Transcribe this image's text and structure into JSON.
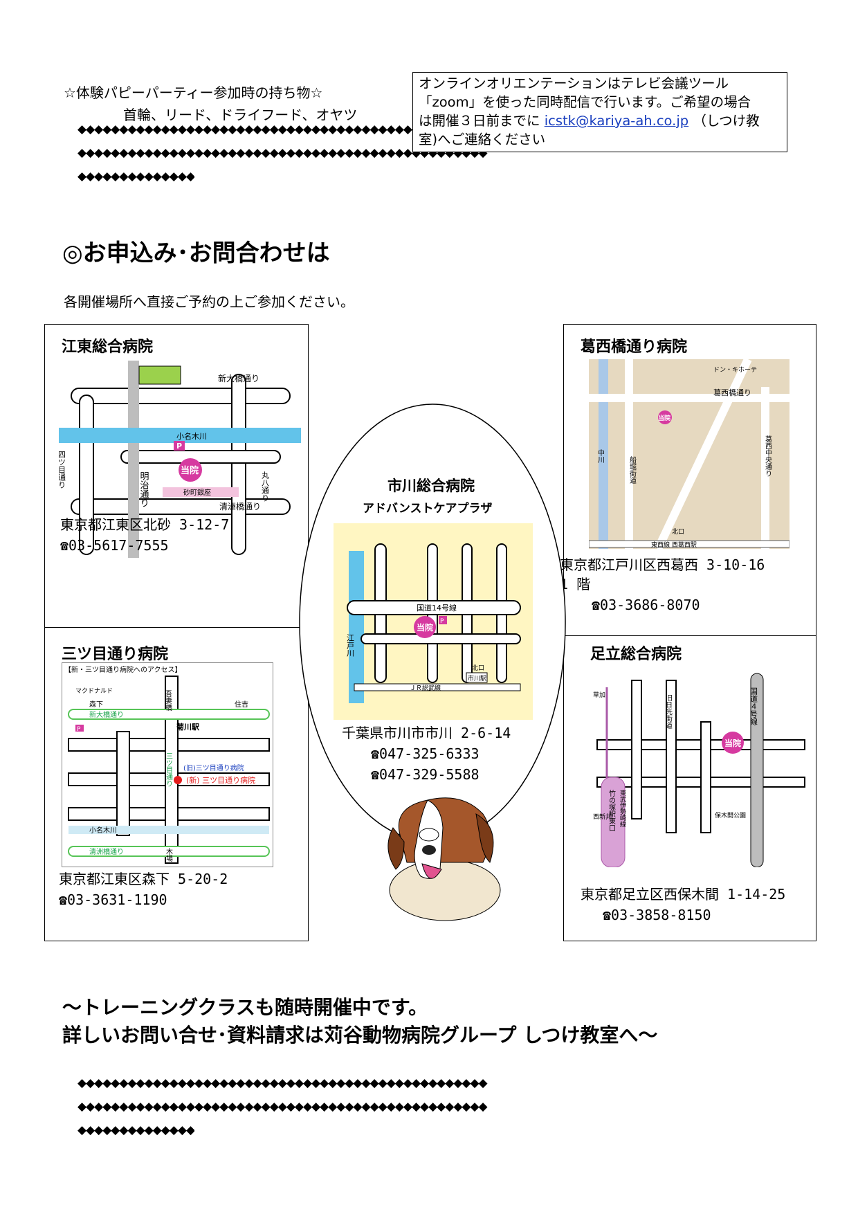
{
  "bring": {
    "title": "☆体験パピーパーティー参加時の持ち物☆",
    "items": "首輪、リード、ドライフード、オヤツ"
  },
  "zoom_notice": {
    "line1": "オンラインオリエンテーションはテレビ会議ツール",
    "line2": "「zoom」を使った同時配信で行います。ご希望の場合",
    "line3_pre": "は開催３日前までに",
    "email": "icstk@kariya-ah.co.jp",
    "line3_post": "（しつけ教",
    "line4": "室)へご連絡ください"
  },
  "diamonds_long": "◆◆◆◆◆◆◆◆◆◆◆◆◆◆◆◆◆◆◆◆◆◆◆◆◆◆◆◆◆◆◆◆◆◆◆◆◆◆◆◆◆◆◆◆◆◆◆◆◆",
  "diamonds_short": "◆◆◆◆◆◆◆◆◆◆◆◆◆◆",
  "apply_heading": "◎お申込み･お問合わせは",
  "apply_sub": "各開催場所へ直接ご予約の上ご参加ください。",
  "hospitals": {
    "koto": {
      "name": "江東総合病院",
      "address": "東京都江東区北砂 3-12-7",
      "tel": "☎03-5617-7555",
      "map": {
        "shinohashi": "新大橋通り",
        "yotsume": "四ツ目通り",
        "onagi": "小名木川",
        "meiji": "明治通り",
        "maruhachi": "丸八通り",
        "kiyosu": "清洲橋通り",
        "sunamachi": "砂町銀座",
        "here": "当院",
        "parking": "P"
      }
    },
    "kasai": {
      "name": "葛西橋通り病院",
      "address1": "東京都江戸川区西葛西 3-10-16",
      "address2": "1 階",
      "tel": "☎03-3686-8070",
      "map": {
        "kasaibashi": "葛西橋通り",
        "funabori": "船堀街道",
        "nakagawa": "中川",
        "kasai_chuo": "葛西中央通り",
        "tozai": "東西線 西葛西駅",
        "here": "当院",
        "donki": "ドン・キホーテ",
        "kita": "北口"
      }
    },
    "ichikawa": {
      "name": "市川総合病院",
      "subname": "アドバンストケアプラザ",
      "address": "千葉県市川市市川 2-6-14",
      "tel1": "☎047-325-6333",
      "tel2": "☎047-329-5588",
      "map": {
        "edogawa": "江戸川",
        "route14": "国道14号線",
        "jr": "ＪＲ総武線",
        "station": "市川駅",
        "here": "当院",
        "kita": "北口",
        "parking": "P"
      }
    },
    "mitsume": {
      "name": "三ツ目通り病院",
      "address": "東京都江東区森下 5-20-2",
      "tel": "☎03-3631-1190",
      "map": {
        "caption": "【新・三ツ目通り病院へのアクセス】",
        "agatsuma": "吾妻橋",
        "morishita": "森下",
        "sumiyoshi": "住吉",
        "shinohashi": "新大橋通り",
        "kikukawa": "菊川駅",
        "mitsume": "三ツ目通り",
        "onagi": "小名木川",
        "kiyosu": "清洲橋通り",
        "kiba": "木場",
        "old": "(旧)三ツ目通り病院",
        "new": "(新) 三ツ目通り病院",
        "parking": "P",
        "mcd": "マクドナルド"
      }
    },
    "adachi": {
      "name": "足立総合病院",
      "address": "東京都足立区西保木間 1-14-25",
      "tel": "☎03-3858-8150",
      "map": {
        "route4": "国道４号線",
        "nikko": "旧日光街道",
        "tobu": "東武伊勢崎線",
        "station": "竹の塚駅東口",
        "here": "当院",
        "soka": "草加",
        "nishiarai": "西新井",
        "hokimakoen": "保木間公園"
      }
    }
  },
  "footer": {
    "line1": "～トレーニングクラスも随時開催中です。",
    "line2": "詳しいお問い合せ･資料請求は苅谷動物病院グループ しつけ教室へ～"
  },
  "colors": {
    "accent": "#d63aa0",
    "river": "#62c3ea",
    "road_gray": "#bdbdbd",
    "map_beige": "#e6d9c0",
    "map_yellow": "#fff6c2"
  }
}
